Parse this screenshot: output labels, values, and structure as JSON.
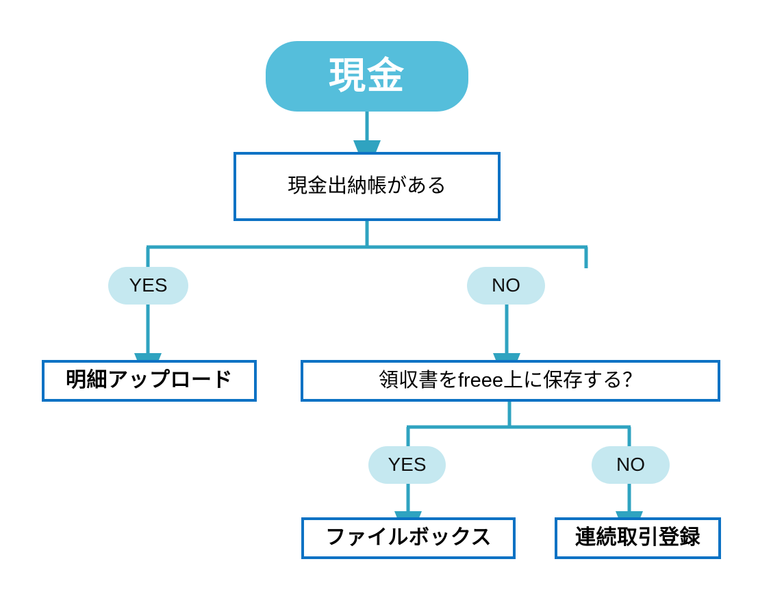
{
  "diagram": {
    "title": "現金",
    "type": "flowchart",
    "colors": {
      "root_fill": "#55bedb",
      "root_text": "#ffffff",
      "box_border": "#0b72c4",
      "box_fill": "#ffffff",
      "box_text": "#000000",
      "label_pill_fill": "#c5e8f0",
      "label_pill_text": "#111111",
      "connector": "#2fa3c0",
      "background": "#ffffff"
    },
    "nodes": {
      "root": {
        "label": "現金",
        "shape": "stadium"
      },
      "decision_1": {
        "label": "現金出納帳がある",
        "shape": "rect"
      },
      "branch_1_yes": {
        "label": "YES",
        "shape": "pill"
      },
      "branch_1_no": {
        "label": "NO",
        "shape": "pill"
      },
      "terminal_meisai": {
        "label": "明細アップロード",
        "shape": "rect",
        "bold": true
      },
      "decision_2": {
        "label": "領収書をfreee上に保存する？",
        "shape": "rect"
      },
      "branch_2_yes": {
        "label": "YES",
        "shape": "pill"
      },
      "branch_2_no": {
        "label": "NO",
        "shape": "pill"
      },
      "terminal_filebox": {
        "label": "ファイルボックス",
        "shape": "rect",
        "bold": true
      },
      "terminal_renzoku": {
        "label": "連続取引登録",
        "shape": "rect",
        "bold": true
      }
    },
    "edges": [
      {
        "from": "root",
        "to": "decision_1",
        "label": ""
      },
      {
        "from": "decision_1",
        "to": "branch_1_yes",
        "label": "YES"
      },
      {
        "from": "decision_1",
        "to": "branch_1_no",
        "label": "NO"
      },
      {
        "from": "branch_1_yes",
        "to": "terminal_meisai",
        "label": ""
      },
      {
        "from": "branch_1_no",
        "to": "decision_2",
        "label": ""
      },
      {
        "from": "decision_2",
        "to": "branch_2_yes",
        "label": "YES"
      },
      {
        "from": "decision_2",
        "to": "branch_2_no",
        "label": "NO"
      },
      {
        "from": "branch_2_yes",
        "to": "terminal_filebox",
        "label": ""
      },
      {
        "from": "branch_2_no",
        "to": "terminal_renzoku",
        "label": ""
      }
    ]
  }
}
